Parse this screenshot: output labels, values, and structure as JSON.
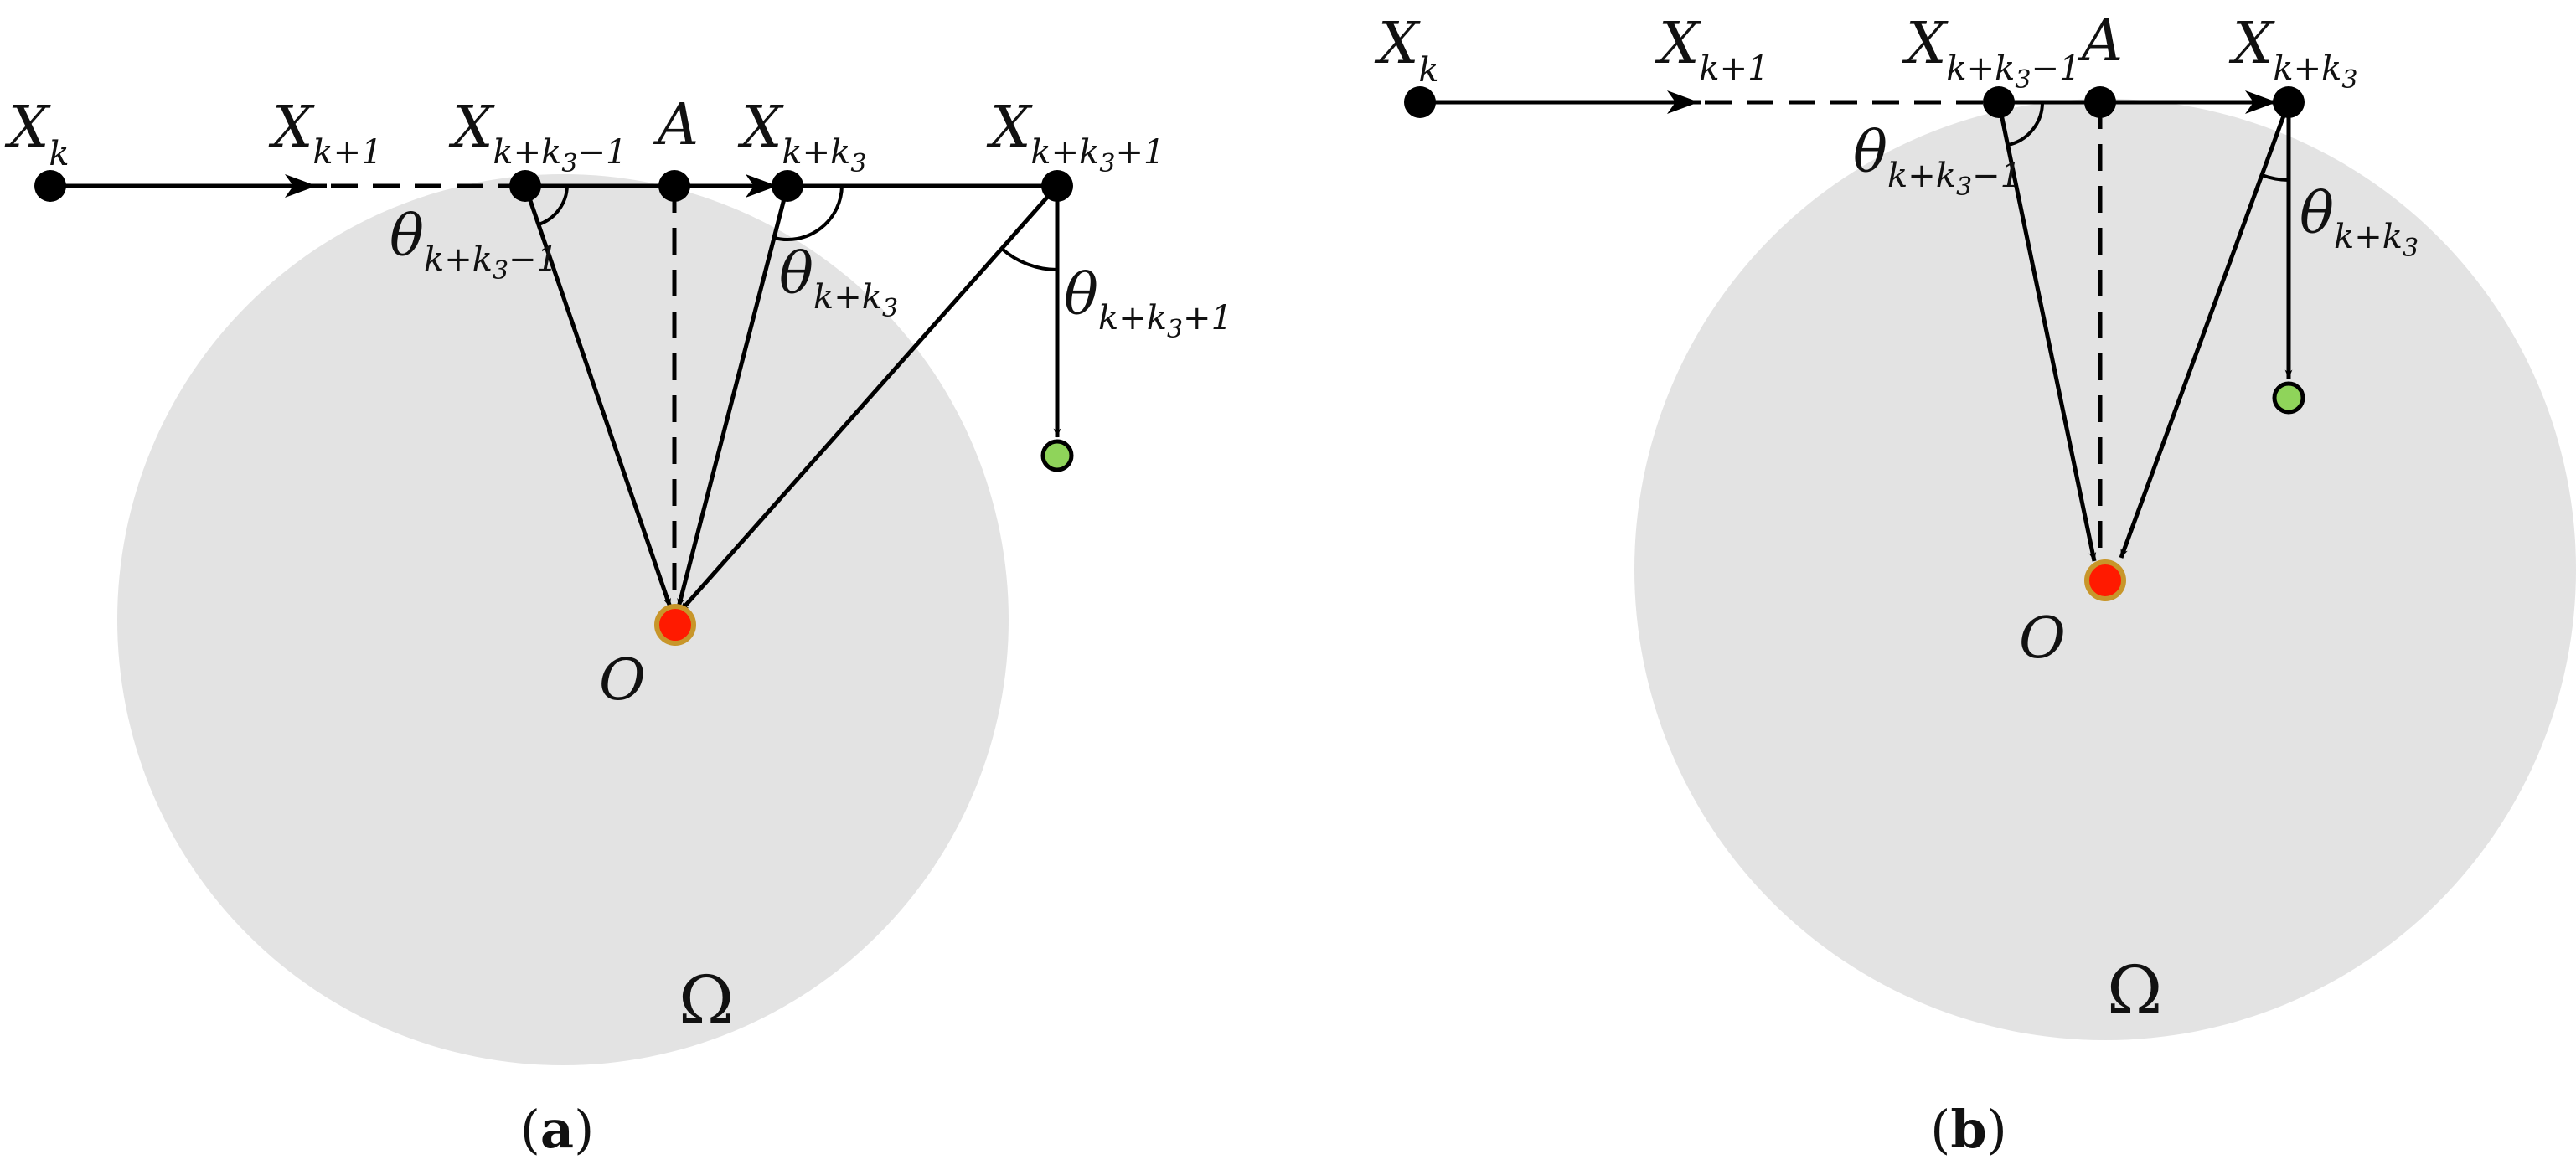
{
  "panel_a": {
    "caption_open": "(",
    "caption_letter": "a",
    "caption_close": ")",
    "region_label": "Ω",
    "origin_label": "O",
    "point_A": "A",
    "points": [
      {
        "base": "X",
        "sub": "k"
      },
      {
        "base": "X",
        "sub": "k+1"
      },
      {
        "base": "X",
        "sub_pre": "k+k",
        "sub_sub": "3",
        "sub_post": "−1"
      },
      {
        "base": "X",
        "sub_pre": "k+k",
        "sub_sub": "3",
        "sub_post": ""
      },
      {
        "base": "X",
        "sub_pre": "k+k",
        "sub_sub": "3",
        "sub_post": "+1"
      }
    ],
    "angles": [
      {
        "base": "θ",
        "sub_pre": "k+k",
        "sub_sub": "3",
        "sub_post": "−1"
      },
      {
        "base": "θ",
        "sub_pre": "k+k",
        "sub_sub": "3",
        "sub_post": ""
      },
      {
        "base": "θ",
        "sub_pre": "k+k",
        "sub_sub": "3",
        "sub_post": "+1"
      }
    ]
  },
  "panel_b": {
    "caption_open": "(",
    "caption_letter": "b",
    "caption_close": ")",
    "region_label": "Ω",
    "origin_label": "O",
    "point_A": "A",
    "points": [
      {
        "base": "X",
        "sub": "k"
      },
      {
        "base": "X",
        "sub": "k+1"
      },
      {
        "base": "X",
        "sub_pre": "k+k",
        "sub_sub": "3",
        "sub_post": "−1"
      },
      {
        "base": "X",
        "sub_pre": "k+k",
        "sub_sub": "3",
        "sub_post": ""
      }
    ],
    "angles": [
      {
        "base": "θ",
        "sub_pre": "k+k",
        "sub_sub": "3",
        "sub_post": "−1"
      },
      {
        "base": "θ",
        "sub_pre": "k+k",
        "sub_sub": "3",
        "sub_post": ""
      }
    ]
  },
  "colors": {
    "region_fill": "#e3e3e3",
    "line": "#000000",
    "origin_fill": "#ff1a00",
    "origin_ring": "#c8962a",
    "target_fill": "#8fd45a"
  }
}
